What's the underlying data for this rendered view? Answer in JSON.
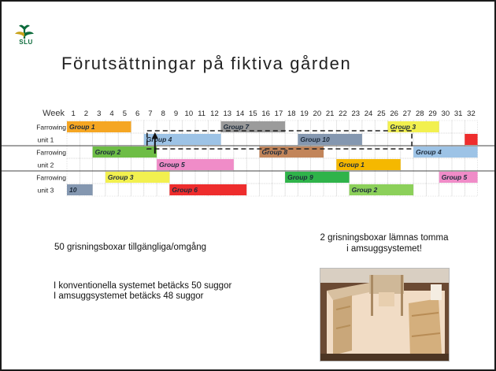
{
  "logo": {
    "text": "SLU",
    "name": "SLU"
  },
  "title": "Förutsättningar på fiktiva gården",
  "schedule": {
    "week_label": "Week",
    "weeks": [
      "1",
      "2",
      "3",
      "4",
      "5",
      "6",
      "7",
      "8",
      "9",
      "10",
      "11",
      "12",
      "13",
      "14",
      "15",
      "16",
      "17",
      "18",
      "19",
      "20",
      "21",
      "22",
      "23",
      "24",
      "25",
      "26",
      "27",
      "28",
      "29",
      "30",
      "31",
      "32"
    ],
    "row_labels": [
      "Farrowing",
      "unit 1",
      "Farrowing",
      "unit 2",
      "Farrowing",
      "unit 3"
    ],
    "units": [
      {
        "name": "unit 1",
        "groups": [
          {
            "label": "Group 1",
            "row": 0,
            "start": 1,
            "end": 5,
            "color": "#f5a623"
          },
          {
            "label": "Group 7",
            "row": 0,
            "start": 13,
            "end": 17,
            "color": "#9b9b9b"
          },
          {
            "label": "Group 3",
            "row": 0,
            "start": 26,
            "end": 29,
            "color": "#f2f04f"
          },
          {
            "label": "Group 4",
            "row": 1,
            "start": 7,
            "end": 12,
            "color": "#9dc3e6"
          },
          {
            "label": "Group 10",
            "row": 1,
            "start": 19,
            "end": 23,
            "color": "#8497b0"
          },
          {
            "label": "",
            "row": 1,
            "start": 32,
            "end": 32,
            "color": "#ee2d2d"
          }
        ]
      },
      {
        "name": "unit 2",
        "groups": [
          {
            "label": "Group 2",
            "row": 0,
            "start": 3,
            "end": 7,
            "color": "#6dbd45"
          },
          {
            "label": "Group 8",
            "row": 0,
            "start": 16,
            "end": 20,
            "color": "#c2855a"
          },
          {
            "label": "Group 4",
            "row": 0,
            "start": 28,
            "end": 32,
            "color": "#9dc3e6"
          },
          {
            "label": "Group 5",
            "row": 1,
            "start": 8,
            "end": 13,
            "color": "#f08cc8"
          },
          {
            "label": "Group 1",
            "row": 1,
            "start": 22,
            "end": 26,
            "color": "#f5b800"
          }
        ]
      },
      {
        "name": "unit 3",
        "groups": [
          {
            "label": "Group 3",
            "row": 0,
            "start": 4,
            "end": 8,
            "color": "#f2f04f"
          },
          {
            "label": "Group 9",
            "row": 0,
            "start": 18,
            "end": 22,
            "color": "#2fb34a"
          },
          {
            "label": "Group 5",
            "row": 0,
            "start": 30,
            "end": 32,
            "color": "#f08cc8"
          },
          {
            "label": "10",
            "row": 1,
            "start": 1,
            "end": 2,
            "color": "#8497b0"
          },
          {
            "label": "Group 6",
            "row": 1,
            "start": 9,
            "end": 14,
            "color": "#ee2d2d"
          },
          {
            "label": "Group 2",
            "row": 1,
            "start": 23,
            "end": 27,
            "color": "#8cd05a"
          }
        ]
      }
    ]
  },
  "texts": {
    "boxes_available": "50 grisningsboxar tillgängliga/omgång",
    "conventional": "I konventionella systemet betäcks 50 suggor",
    "sow_suckling": "I amsuggsystemet betäcks 48 suggor",
    "empty_line1": "2 grisningsboxar lämnas tomma",
    "empty_line2": "i amsuggsystemet!"
  }
}
